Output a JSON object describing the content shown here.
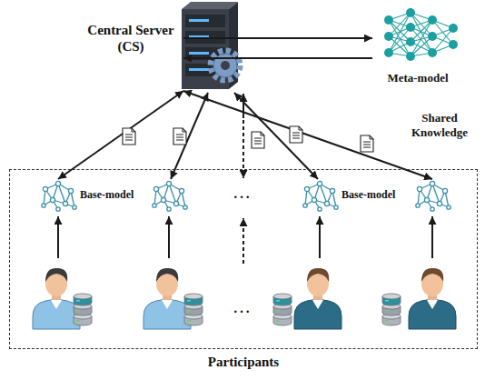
{
  "diagram": {
    "nodes": [
      {
        "text": [
          "Central Server (CS)"
        ]
      },
      {
        "text": [
          "Meta-model"
        ]
      },
      {
        "text": [
          "Participants"
        ]
      },
      {
        "text": [
          "Base-model"
        ],
        "in": 2
      },
      {
        "text": [
          "Base-model"
        ],
        "in": 2
      }
    ],
    "edges": [
      {
        "from": 0,
        "to": 1,
        "arrow": "to"
      },
      {
        "from": 1,
        "to": 0,
        "arrow": "to"
      },
      {
        "from": 0,
        "to": 3,
        "arrow": "both"
      },
      {
        "from": 0,
        "to": 4,
        "arrow": "both",
        "label": "Shared Knowledge"
      }
    ],
    "labels": [
      "…",
      "…"
    ]
  }
}
